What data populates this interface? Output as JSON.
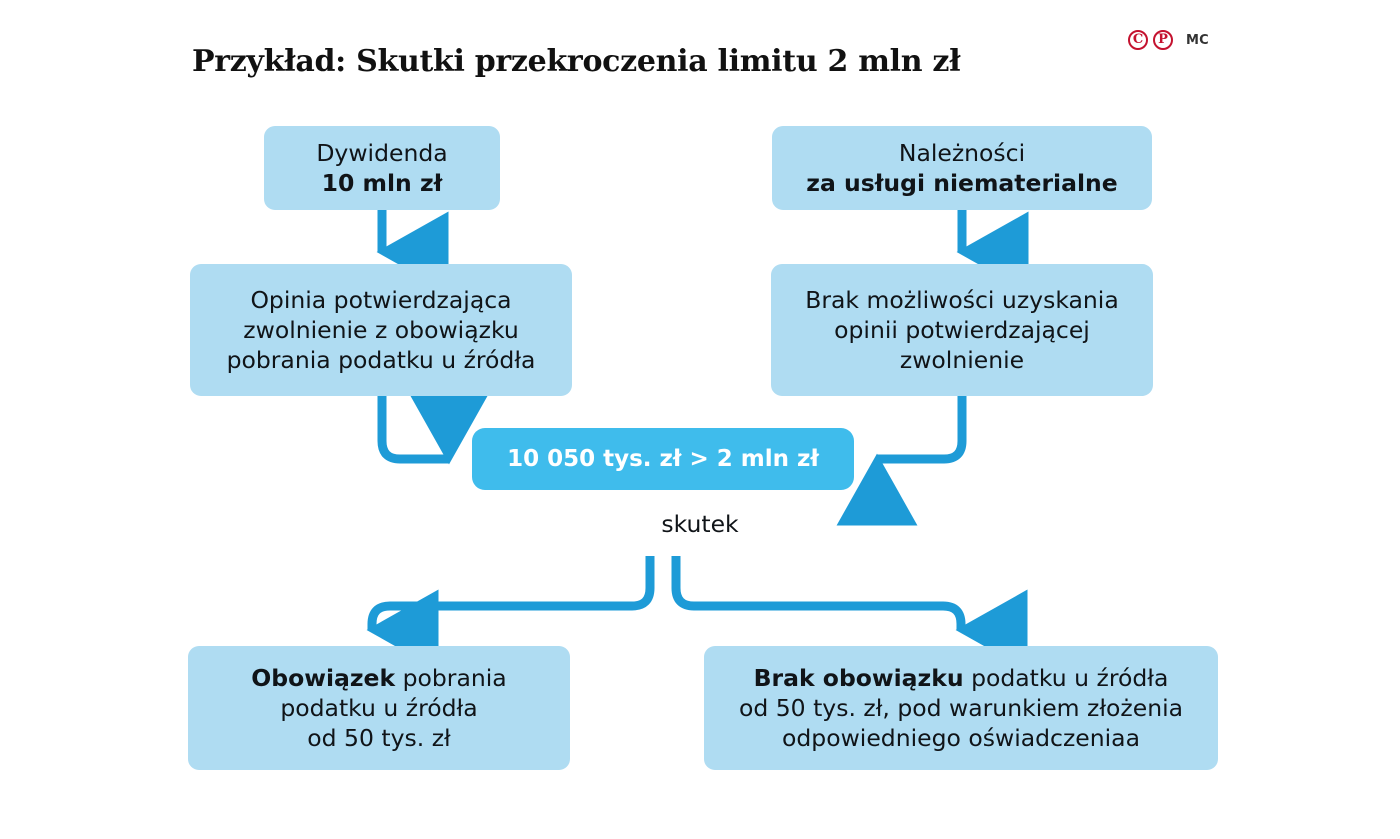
{
  "header": {
    "title": "Przykład: Skutki przekroczenia limitu 2 mln zł",
    "logo": {
      "mark_1": "C",
      "mark_2": "P",
      "text": "MC",
      "color": "#C4122F"
    }
  },
  "colors": {
    "box_light": "#AFDCF2",
    "box_accent": "#3FBCEC",
    "arrow": "#1E9BD7",
    "text_dark": "#101418",
    "text_light": "#FFFFFF",
    "background": "#FFFFFF",
    "logo_red": "#C4122F"
  },
  "diagram": {
    "type": "flowchart",
    "nodes": [
      {
        "id": "dywidenda",
        "style": "light",
        "lines": [
          {
            "text": "Dywidenda",
            "bold": false
          },
          {
            "text": "10 mln zł",
            "bold": true
          }
        ]
      },
      {
        "id": "naleznosci",
        "style": "light",
        "lines": [
          {
            "text": "Należności",
            "bold": false
          },
          {
            "text": "za usługi niematerialne",
            "bold": true
          }
        ]
      },
      {
        "id": "opinia",
        "style": "light",
        "lines": [
          {
            "text": "Opinia potwierdzająca",
            "bold": false
          },
          {
            "text": "zwolnienie z obowiązku",
            "bold": false
          },
          {
            "text": "pobrania podatku u źródła",
            "bold": false
          }
        ]
      },
      {
        "id": "brak-mozliwosci",
        "style": "light",
        "lines": [
          {
            "text": "Brak możliwości uzyskania",
            "bold": false
          },
          {
            "text": "opinii potwierdzającej",
            "bold": false
          },
          {
            "text": "zwolnienie",
            "bold": false
          }
        ]
      },
      {
        "id": "limit",
        "style": "accent",
        "lines": [
          {
            "text": "10 050 tys. zł > 2 mln zł",
            "bold": true
          }
        ]
      },
      {
        "id": "obowiazek",
        "style": "light",
        "lines": [
          {
            "text": "Obowiązek pobrania",
            "bold_prefix": "Obowiązek",
            "rest": " pobrania"
          },
          {
            "text": "podatku u źródła",
            "bold": false
          },
          {
            "text": "od 50 tys. zł",
            "bold": false
          }
        ]
      },
      {
        "id": "brak-obowiazku",
        "style": "light",
        "lines": [
          {
            "text": "Brak obowiązku podatku u źródła",
            "bold_prefix": "Brak obowiązku",
            "rest": " podatku u źródła"
          },
          {
            "text": "od 50 tys. zł, pod warunkiem złożenia",
            "bold": false
          },
          {
            "text": "odpowiedniego oświadczeniaa",
            "bold": false
          }
        ]
      }
    ],
    "edge_labels": {
      "skutek": "skutek"
    },
    "box_text": {
      "dywidenda_l1": "Dywidenda",
      "dywidenda_l2": "10 mln zł",
      "naleznosci_l1": "Należności",
      "naleznosci_l2": "za usługi niematerialne",
      "opinia_l1": "Opinia potwierdzająca",
      "opinia_l2": "zwolnienie z obowiązku",
      "opinia_l3": "pobrania podatku u źródła",
      "brakmozl_l1": "Brak możliwości uzyskania",
      "brakmozl_l2": "opinii potwierdzającej",
      "brakmozl_l3": "zwolnienie",
      "limit_l1": "10 050 tys. zł > 2 mln zł",
      "obowiazek_l1_bold": "Obowiązek",
      "obowiazek_l1_rest": " pobrania",
      "obowiazek_l2": "podatku u źródła",
      "obowiazek_l3": "od 50 tys. zł",
      "brakobow_l1_bold": "Brak obowiązku",
      "brakobow_l1_rest": " podatku u źródła",
      "brakobow_l2": "od 50 tys. zł, pod warunkiem złożenia",
      "brakobow_l3": "odpowiedniego oświadczeniaa"
    }
  }
}
